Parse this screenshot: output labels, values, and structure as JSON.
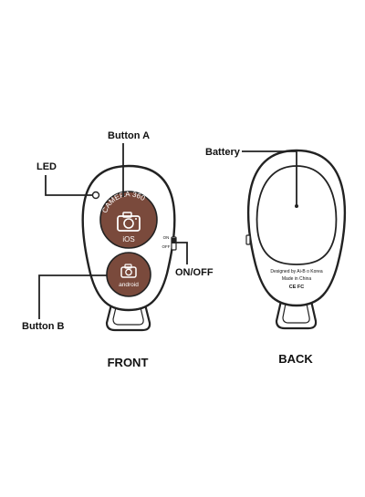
{
  "labels": {
    "button_a": "Button A",
    "led": "LED",
    "button_b": "Button B",
    "on_off": "ON/OFF",
    "battery": "Battery",
    "front": "FRONT",
    "back": "BACK"
  },
  "front": {
    "button_a_arc_text": "CAMERA 360",
    "button_a_sub": "iOS",
    "button_b_sub": "android",
    "switch_on": "ON",
    "switch_off": "OFF"
  },
  "back": {
    "line1": "Designed by Ai-B o Korea",
    "line2": "Made in China",
    "marks": "CE FC"
  },
  "colors": {
    "button_fill": "#7a4a3c",
    "outline": "#222222",
    "text": "#111111",
    "glyph": "#ffffff"
  }
}
